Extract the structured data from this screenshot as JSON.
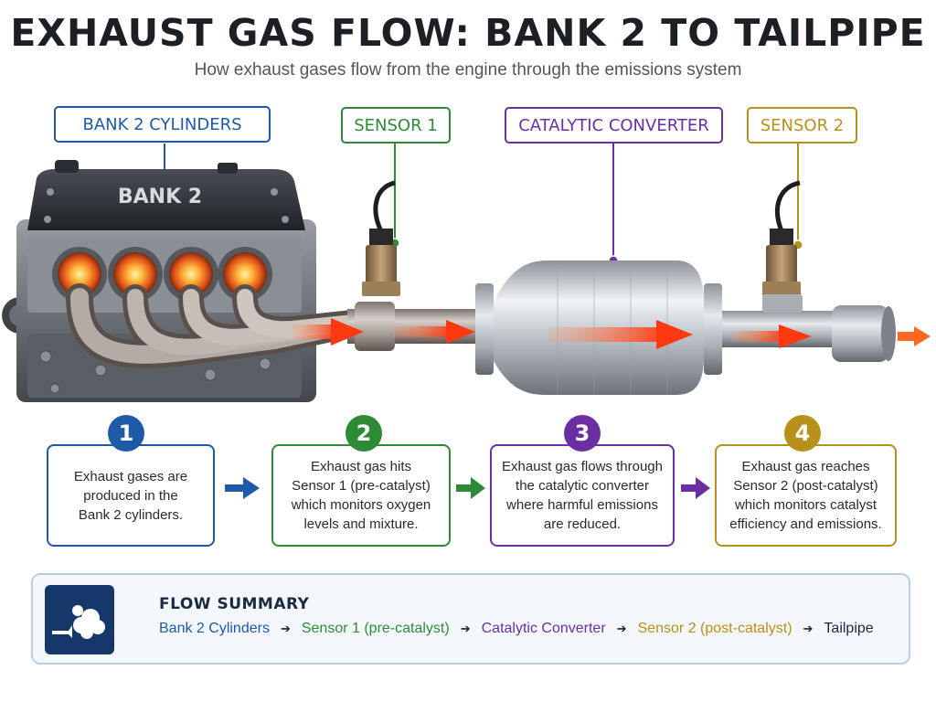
{
  "title": "EXHAUST GAS FLOW: BANK 2 TO TAILPIPE",
  "subtitle": "How exhaust gases flow from the engine through the emissions system",
  "labels": {
    "bank2_cylinders": "BANK 2 CYLINDERS",
    "sensor1": "SENSOR 1",
    "catalytic_converter": "CATALYTIC CONVERTER",
    "sensor2": "SENSOR 2"
  },
  "engine_cover_text": "BANK 2",
  "steps": [
    {
      "number": "1",
      "lines": [
        "Exhaust gases are",
        "produced in the",
        "Bank 2 cylinders."
      ]
    },
    {
      "number": "2",
      "lines": [
        "Exhaust gas hits",
        "Sensor 1 (pre-catalyst)",
        "which monitors oxygen",
        "levels and mixture."
      ]
    },
    {
      "number": "3",
      "lines": [
        "Exhaust gas flows through",
        "the catalytic converter",
        "where harmful emissions",
        "are reduced."
      ]
    },
    {
      "number": "4",
      "lines": [
        "Exhaust gas reaches",
        "Sensor 2 (post-catalyst)",
        "which monitors catalyst",
        "efficiency and emissions."
      ]
    }
  ],
  "summary": {
    "title": "FLOW SUMMARY",
    "flow": [
      "Bank 2 Cylinders",
      "Sensor 1 (pre-catalyst)",
      "Catalytic Converter",
      "Sensor 2 (post-catalyst)",
      "Tailpipe"
    ]
  },
  "colors": {
    "blue": "#1e5aa8",
    "green": "#2e8b35",
    "purple": "#6b2fa3",
    "gold": "#b8901c",
    "navy": "#15376a",
    "flow_arrow": "#ff4a1a"
  },
  "icons": [
    "exhaust-smoke-icon",
    "arrow-right-icon"
  ]
}
